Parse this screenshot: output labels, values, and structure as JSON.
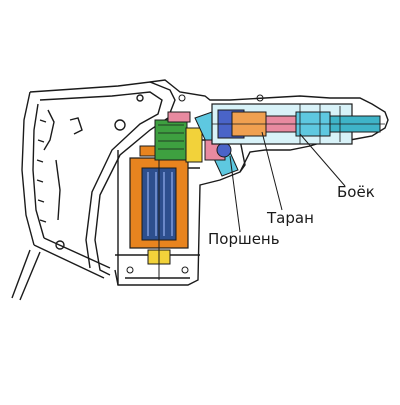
{
  "diagram": {
    "labels": {
      "boek": "Боёк",
      "taran": "Таран",
      "porshen": "Поршень"
    },
    "colors": {
      "outline": "#1b1b1b",
      "motor_orange": "#e8841f",
      "motor_blue": "#2d4f8e",
      "gear_green": "#3ea040",
      "cylinder_cyan": "#5ec8e0",
      "ram_orange": "#f0a050",
      "piston_blue": "#4a64c8",
      "striker_teal": "#3fb4c8",
      "pink": "#e88aa0",
      "yellow": "#f2d23a"
    }
  }
}
